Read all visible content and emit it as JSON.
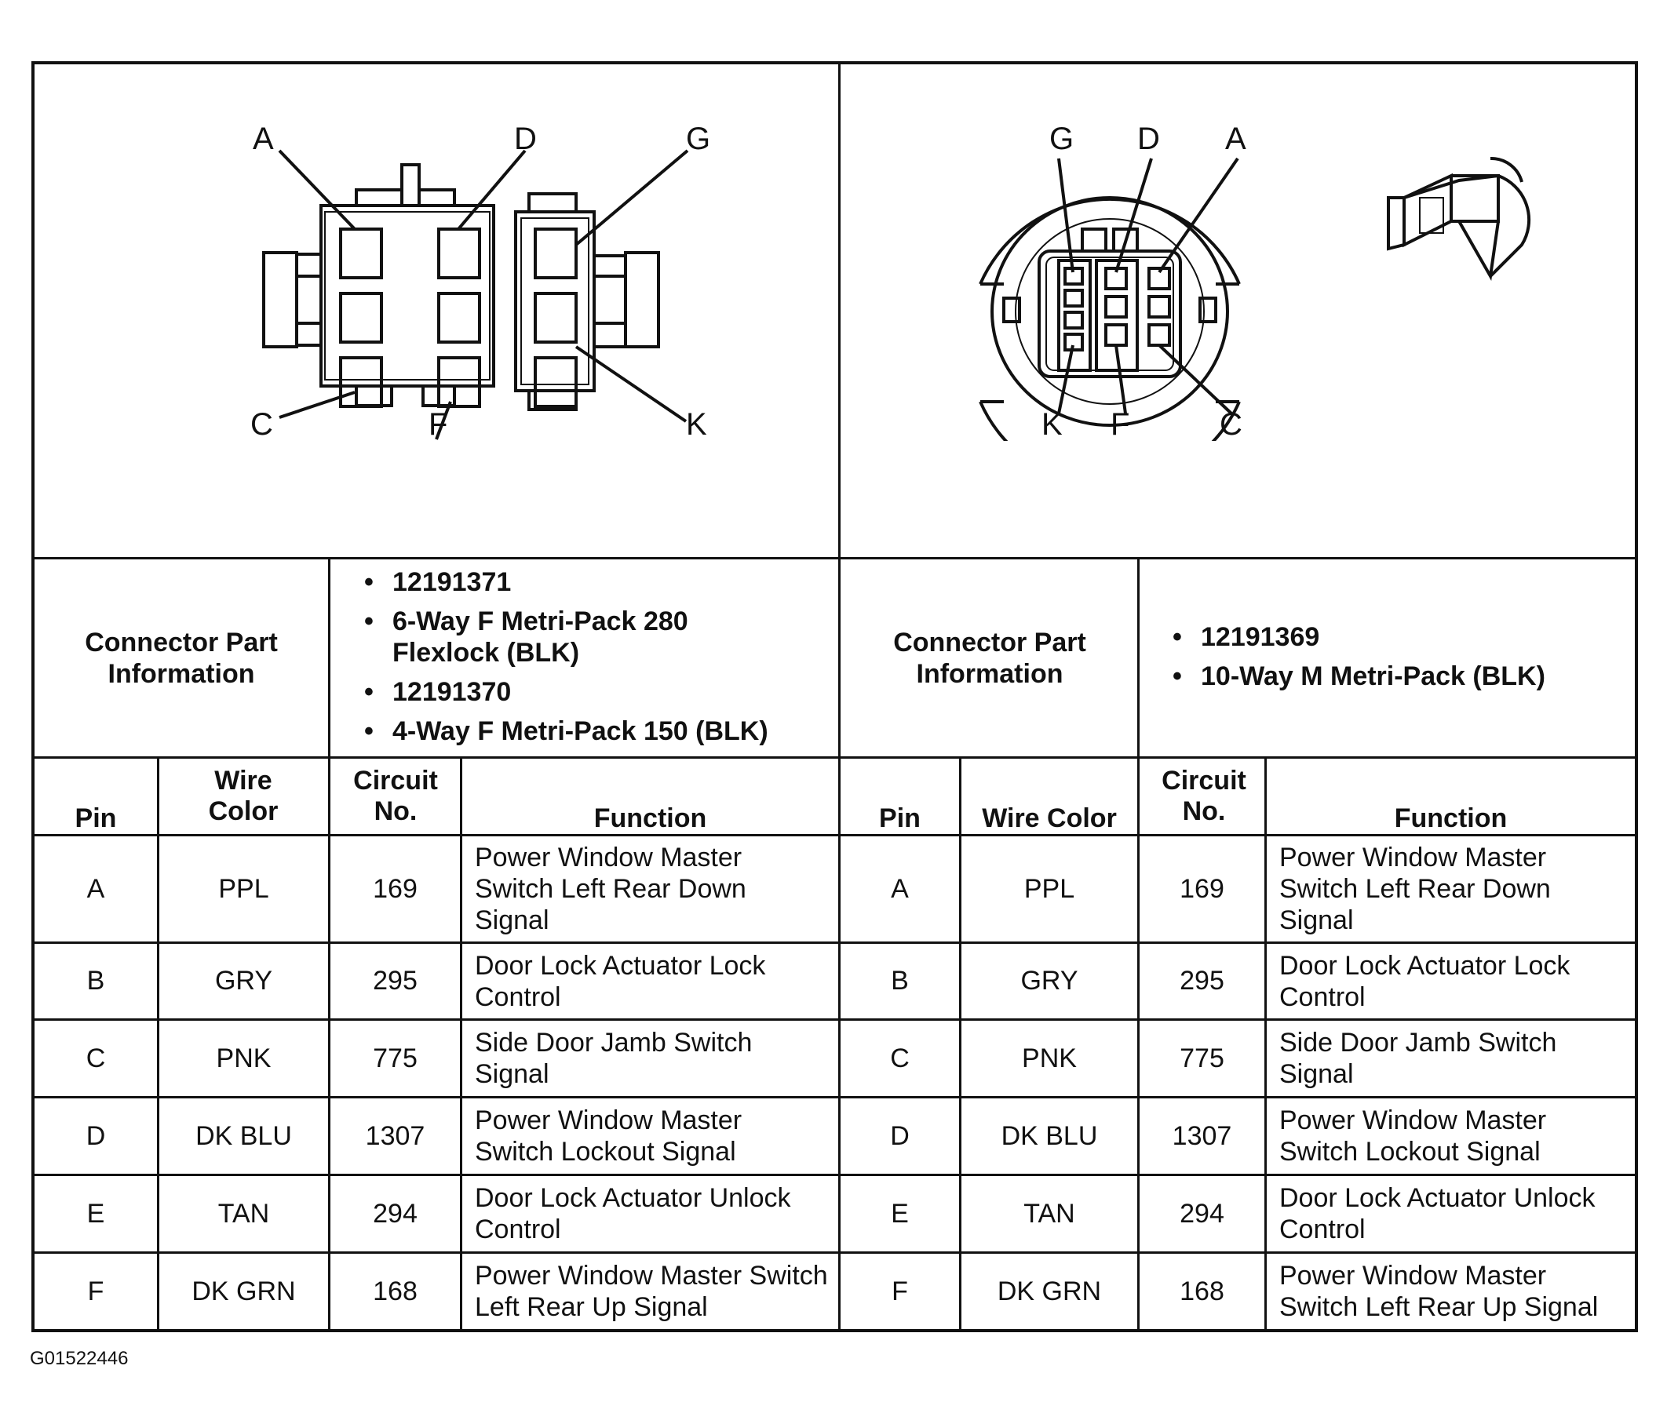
{
  "left_diagram": {
    "pin_labels": {
      "A": "A",
      "D": "D",
      "G": "G",
      "C": "C",
      "F": "F",
      "K": "K"
    }
  },
  "right_diagram": {
    "pin_labels": {
      "G": "G",
      "D": "D",
      "A": "A",
      "K": "K",
      "F": "F",
      "C": "C"
    }
  },
  "left_info": {
    "label": "Connector Part Information",
    "items": [
      "12191371",
      "6-Way F Metri-Pack 280 Flexlock (BLK)",
      "12191370",
      "4-Way F Metri-Pack 150 (BLK)"
    ]
  },
  "right_info": {
    "label": "Connector Part Information",
    "items": [
      "12191369",
      "10-Way M Metri-Pack (BLK)"
    ]
  },
  "left_headers": {
    "pin": "Pin",
    "wire_color": "Wire Color",
    "circuit": "Circuit No.",
    "function": "Function"
  },
  "right_headers": {
    "pin": "Pin",
    "wire_color": "Wire Color",
    "circuit": "Circuit No.",
    "function": "Function"
  },
  "left_rows": [
    {
      "pin": "A",
      "wire": "PPL",
      "circuit": "169",
      "function": "Power Window Master Switch Left Rear Down Signal"
    },
    {
      "pin": "B",
      "wire": "GRY",
      "circuit": "295",
      "function": "Door Lock Actuator Lock Control"
    },
    {
      "pin": "C",
      "wire": "PNK",
      "circuit": "775",
      "function": "Side Door Jamb Switch Signal"
    },
    {
      "pin": "D",
      "wire": "DK BLU",
      "circuit": "1307",
      "function": "Power Window Master Switch Lockout Signal"
    },
    {
      "pin": "E",
      "wire": "TAN",
      "circuit": "294",
      "function": "Door Lock Actuator Unlock Control"
    },
    {
      "pin": "F",
      "wire": "DK GRN",
      "circuit": "168",
      "function": "Power Window Master Switch Left Rear Up Signal"
    }
  ],
  "right_rows": [
    {
      "pin": "A",
      "wire": "PPL",
      "circuit": "169",
      "function": "Power Window Master Switch Left Rear Down Signal"
    },
    {
      "pin": "B",
      "wire": "GRY",
      "circuit": "295",
      "function": "Door Lock Actuator Lock Control"
    },
    {
      "pin": "C",
      "wire": "PNK",
      "circuit": "775",
      "function": "Side Door Jamb Switch Signal"
    },
    {
      "pin": "D",
      "wire": "DK BLU",
      "circuit": "1307",
      "function": "Power Window Master Switch Lockout Signal"
    },
    {
      "pin": "E",
      "wire": "TAN",
      "circuit": "294",
      "function": "Door Lock Actuator Unlock Control"
    },
    {
      "pin": "F",
      "wire": "DK GRN",
      "circuit": "168",
      "function": "Power Window Master Switch Left Rear Up Signal"
    }
  ],
  "figure_id": "G01522446"
}
